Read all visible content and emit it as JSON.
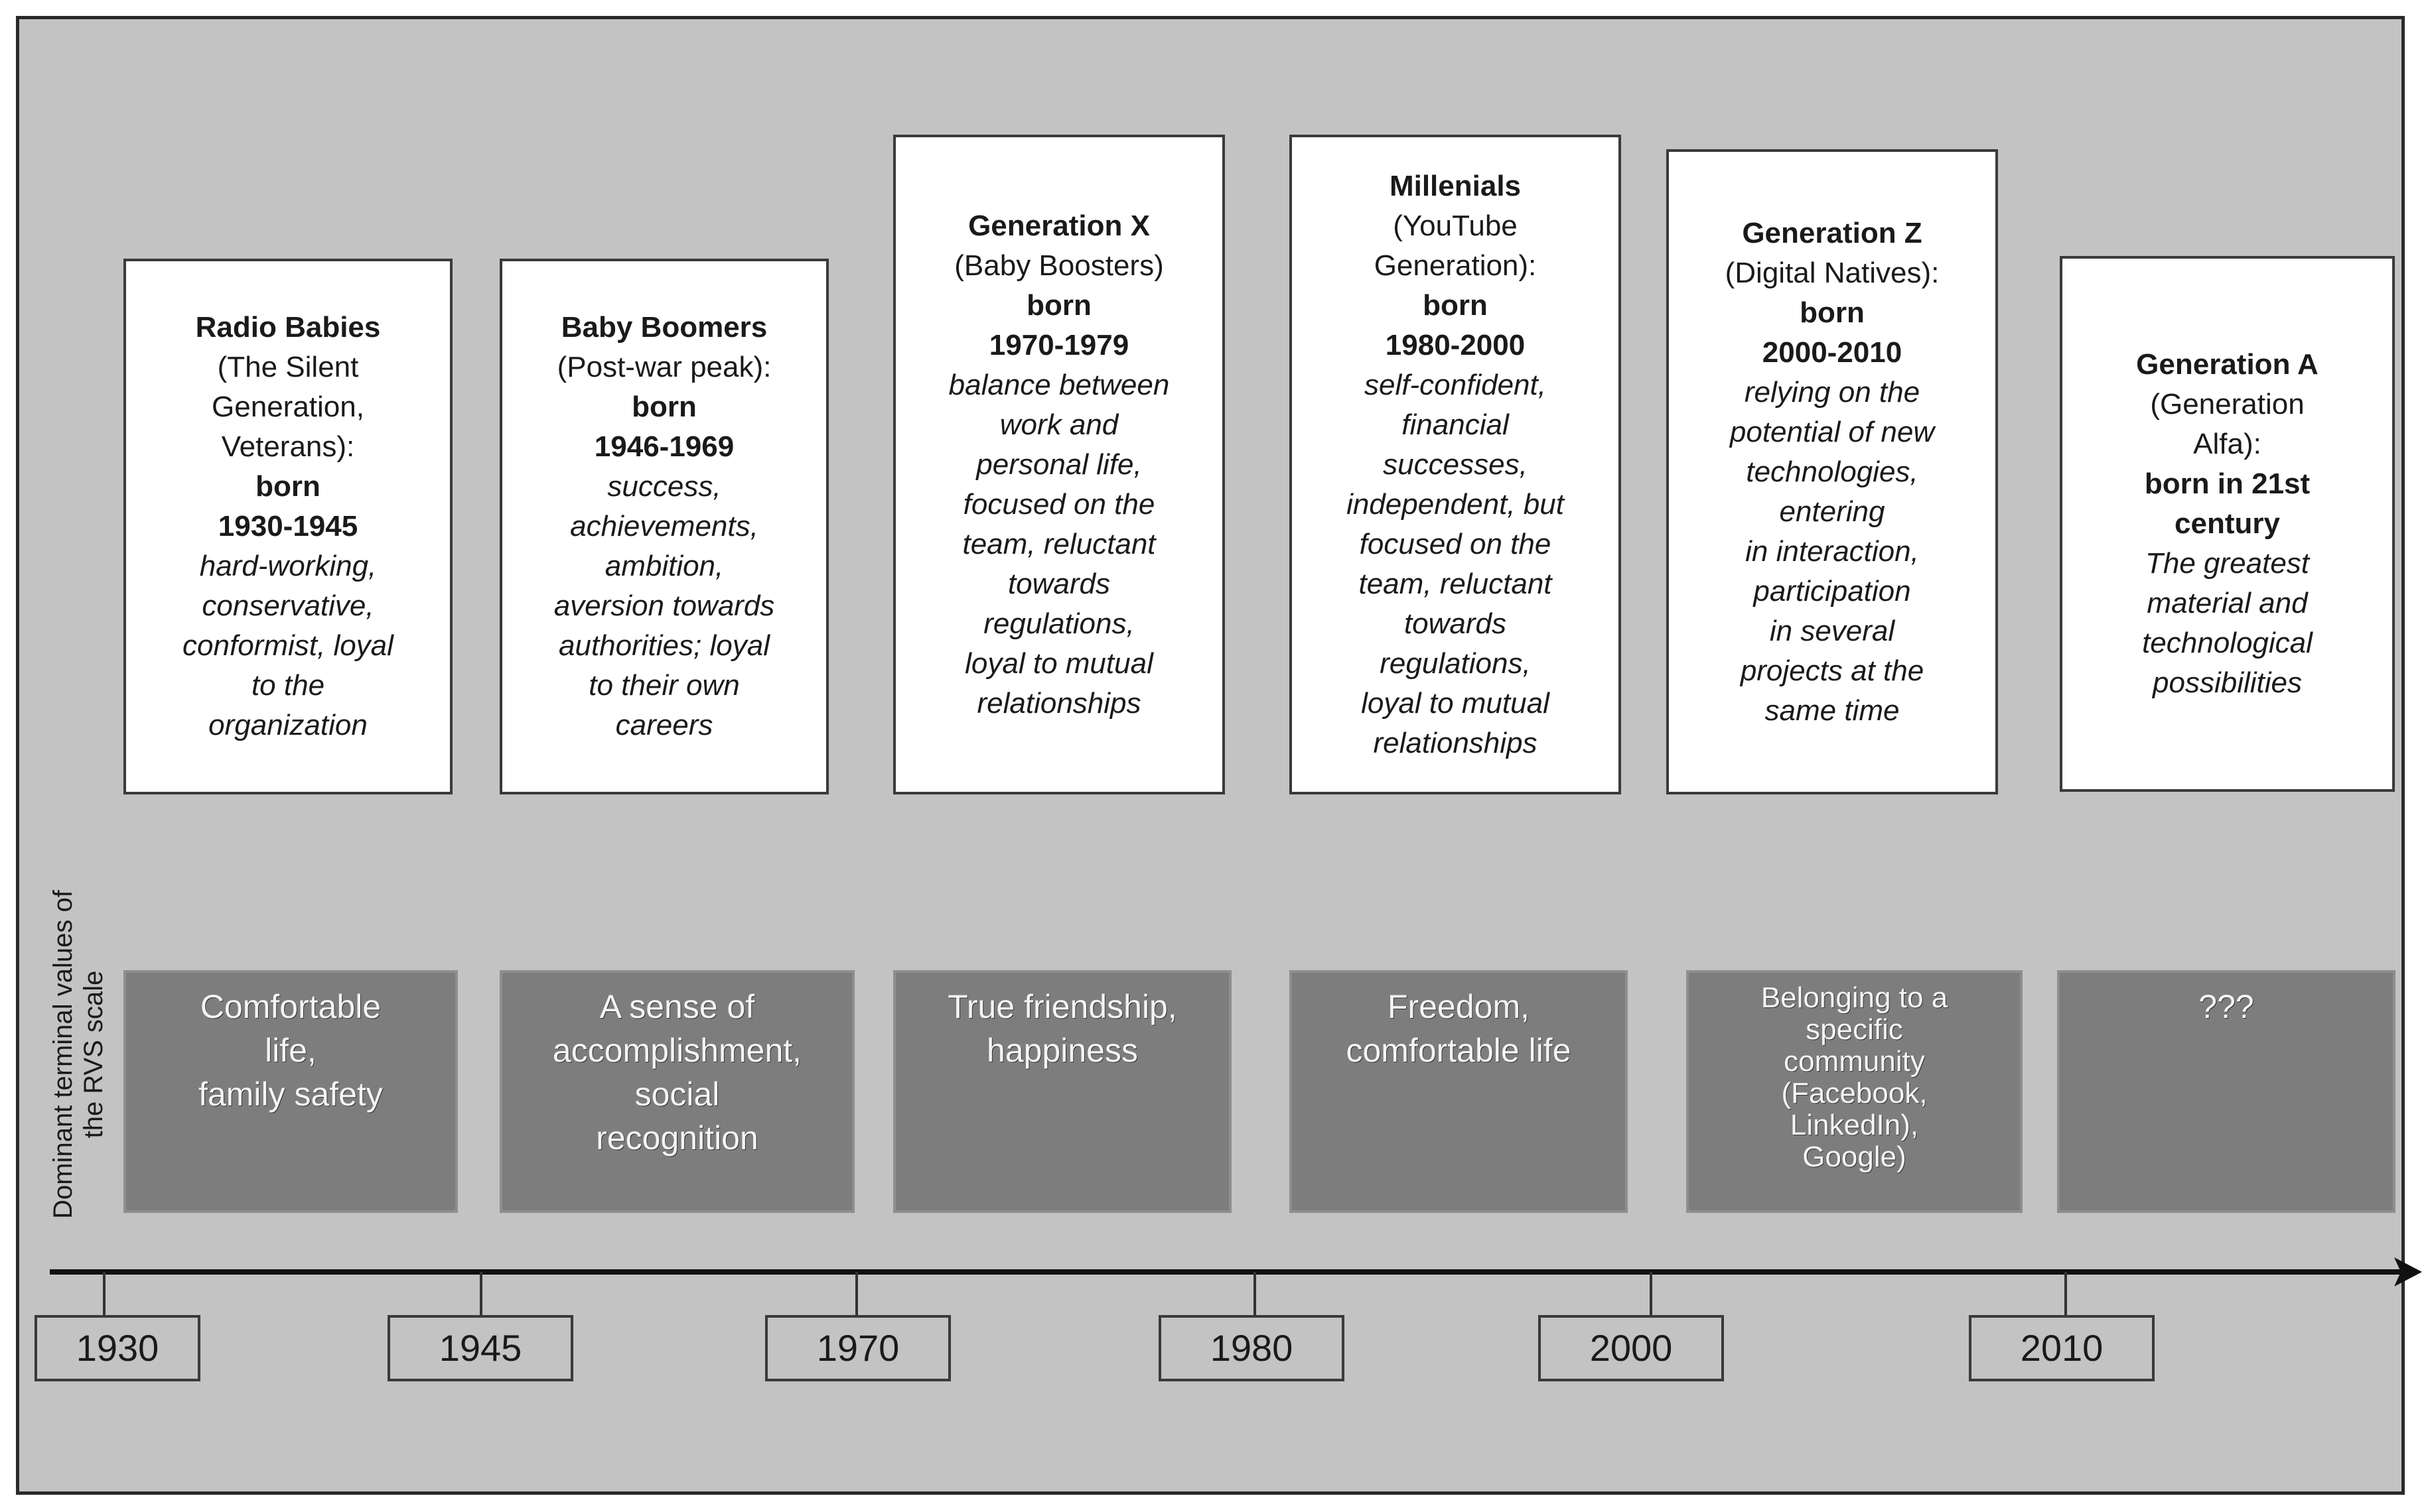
{
  "axis_label": "Dominant terminal values of the RVS scale",
  "generations": [
    {
      "name": "Radio Babies",
      "paren_lines": [
        "(The Silent",
        "Generation,",
        "Veterans):"
      ],
      "born": "born",
      "years": "1930-1945",
      "trait_lines": [
        "hard-working,",
        "conservative,",
        "conformist, loyal",
        "to the",
        "organization"
      ]
    },
    {
      "name": "Baby Boomers",
      "paren_lines": [
        "(Post-war peak):"
      ],
      "born": "born",
      "years": "1946-1969",
      "trait_lines": [
        "success,",
        "achievements,",
        "ambition,",
        "aversion towards",
        "authorities; loyal",
        "to their own",
        "careers"
      ]
    },
    {
      "name": "Generation X",
      "paren_lines": [
        "(Baby Boosters)"
      ],
      "born": "born",
      "years": "1970-1979",
      "trait_lines": [
        "balance between",
        "work and",
        "personal life,",
        "focused on the",
        "team, reluctant",
        "towards",
        "regulations,",
        "loyal to mutual",
        "relationships"
      ]
    },
    {
      "name": "Millenials",
      "paren_lines": [
        "(YouTube",
        "Generation):"
      ],
      "born": "born",
      "years": "1980-2000",
      "trait_lines": [
        "self-confident,",
        "financial",
        "successes,",
        "independent, but",
        "focused on the",
        "team, reluctant",
        "towards",
        "regulations,",
        "loyal to mutual",
        "relationships"
      ]
    },
    {
      "name": "Generation Z",
      "paren_lines": [
        "(Digital Natives):"
      ],
      "born": "born",
      "years": "2000-2010",
      "trait_lines": [
        "relying on the",
        "potential of new",
        "technologies,",
        "entering",
        "in interaction,",
        "participation",
        "in several",
        "projects at the",
        "same time"
      ]
    },
    {
      "name": "Generation A",
      "paren_lines": [
        "(Generation",
        "Alfa):"
      ],
      "born": "born in 21st",
      "years": "century",
      "trait_lines": [
        "The greatest",
        "material and",
        "technological",
        "possibilities"
      ]
    }
  ],
  "values": [
    [
      "Comfortable",
      "life,",
      "family safety"
    ],
    [
      "A sense of",
      "accomplishment,",
      "social",
      "recognition"
    ],
    [
      "True friendship,",
      "happiness"
    ],
    [
      "Freedom,",
      "comfortable life"
    ],
    [
      "Belonging to a",
      "specific",
      "community",
      "(Facebook,",
      "LinkedIn),",
      "Google)"
    ],
    [
      "???"
    ]
  ],
  "years": [
    "1930",
    "1945",
    "1970",
    "1980",
    "2000",
    "2010"
  ],
  "colors": {
    "background": "#c3c3c3",
    "card": "#ffffff",
    "value_box": "#7d7d7d",
    "value_text": "#f4f4f4",
    "axis": "#111111"
  }
}
